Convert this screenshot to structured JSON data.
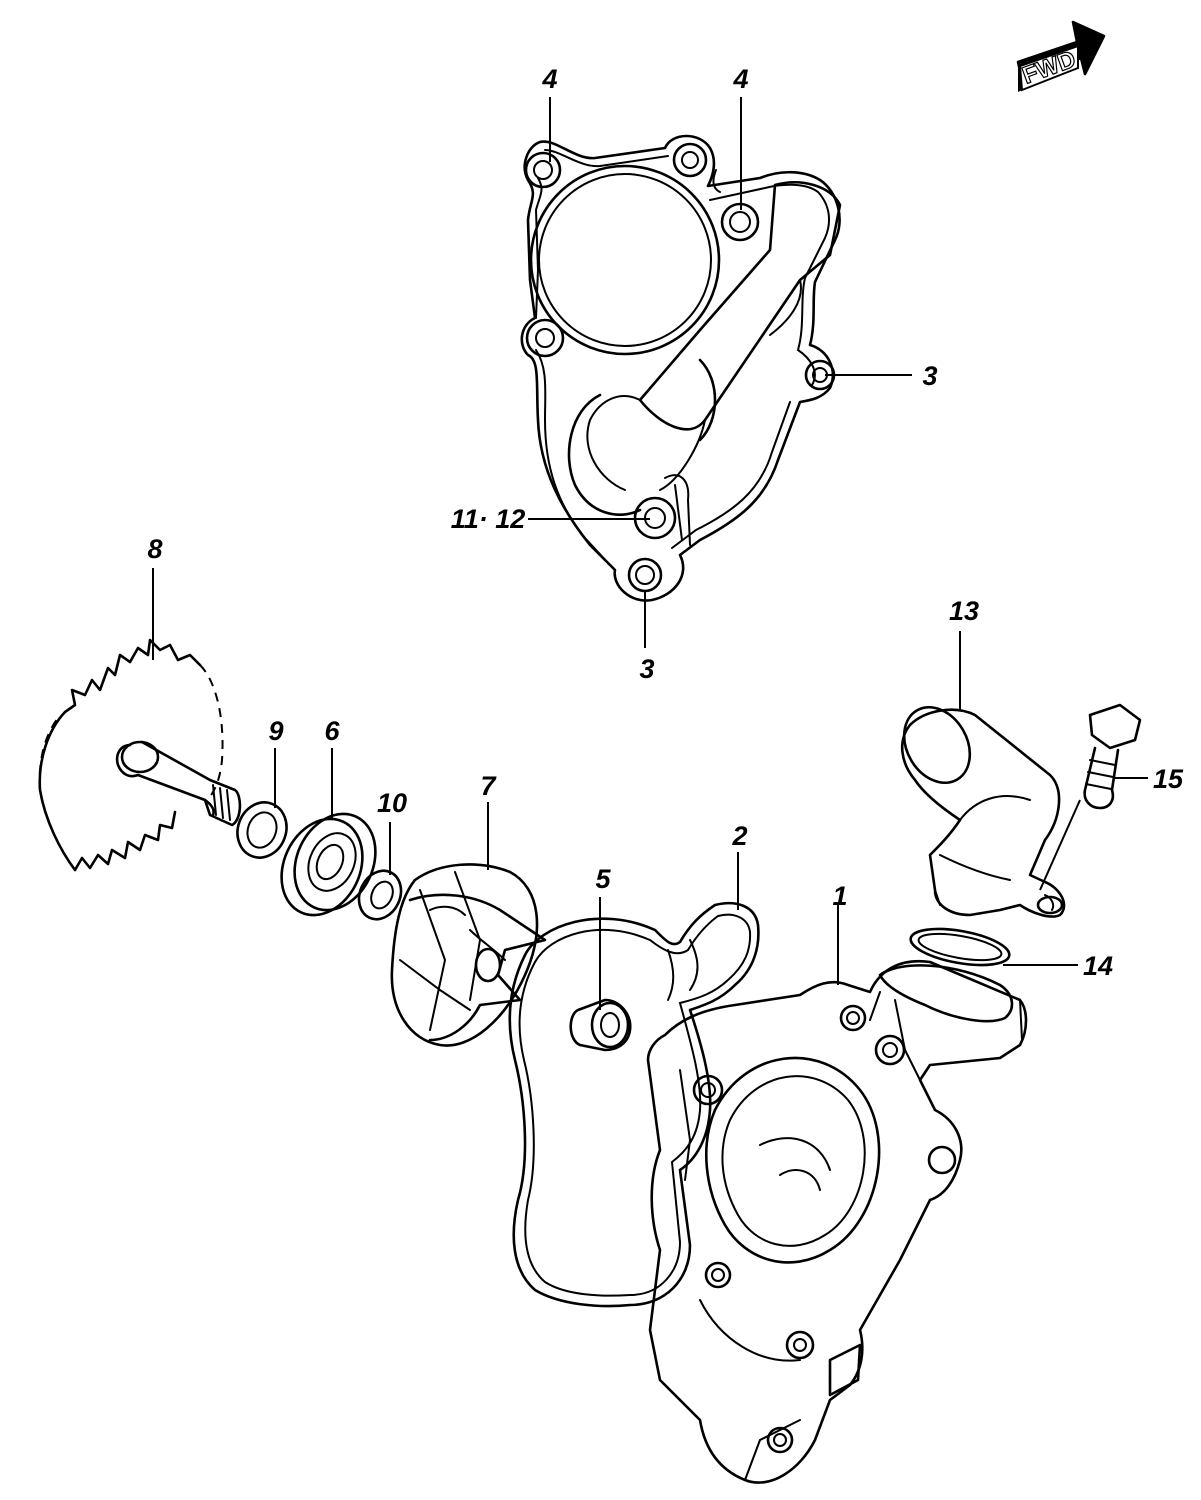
{
  "direction_badge": {
    "text": "FWD"
  },
  "callouts": {
    "c1": "1",
    "c2": "2",
    "c3_right": "3",
    "c3_bottom": "3",
    "c4_left": "4",
    "c4_right": "4",
    "c5": "5",
    "c6": "6",
    "c7": "7",
    "c8": "8",
    "c9": "9",
    "c10": "10",
    "c11_12": "11· 12",
    "c13": "13",
    "c14": "14",
    "c15": "15"
  }
}
